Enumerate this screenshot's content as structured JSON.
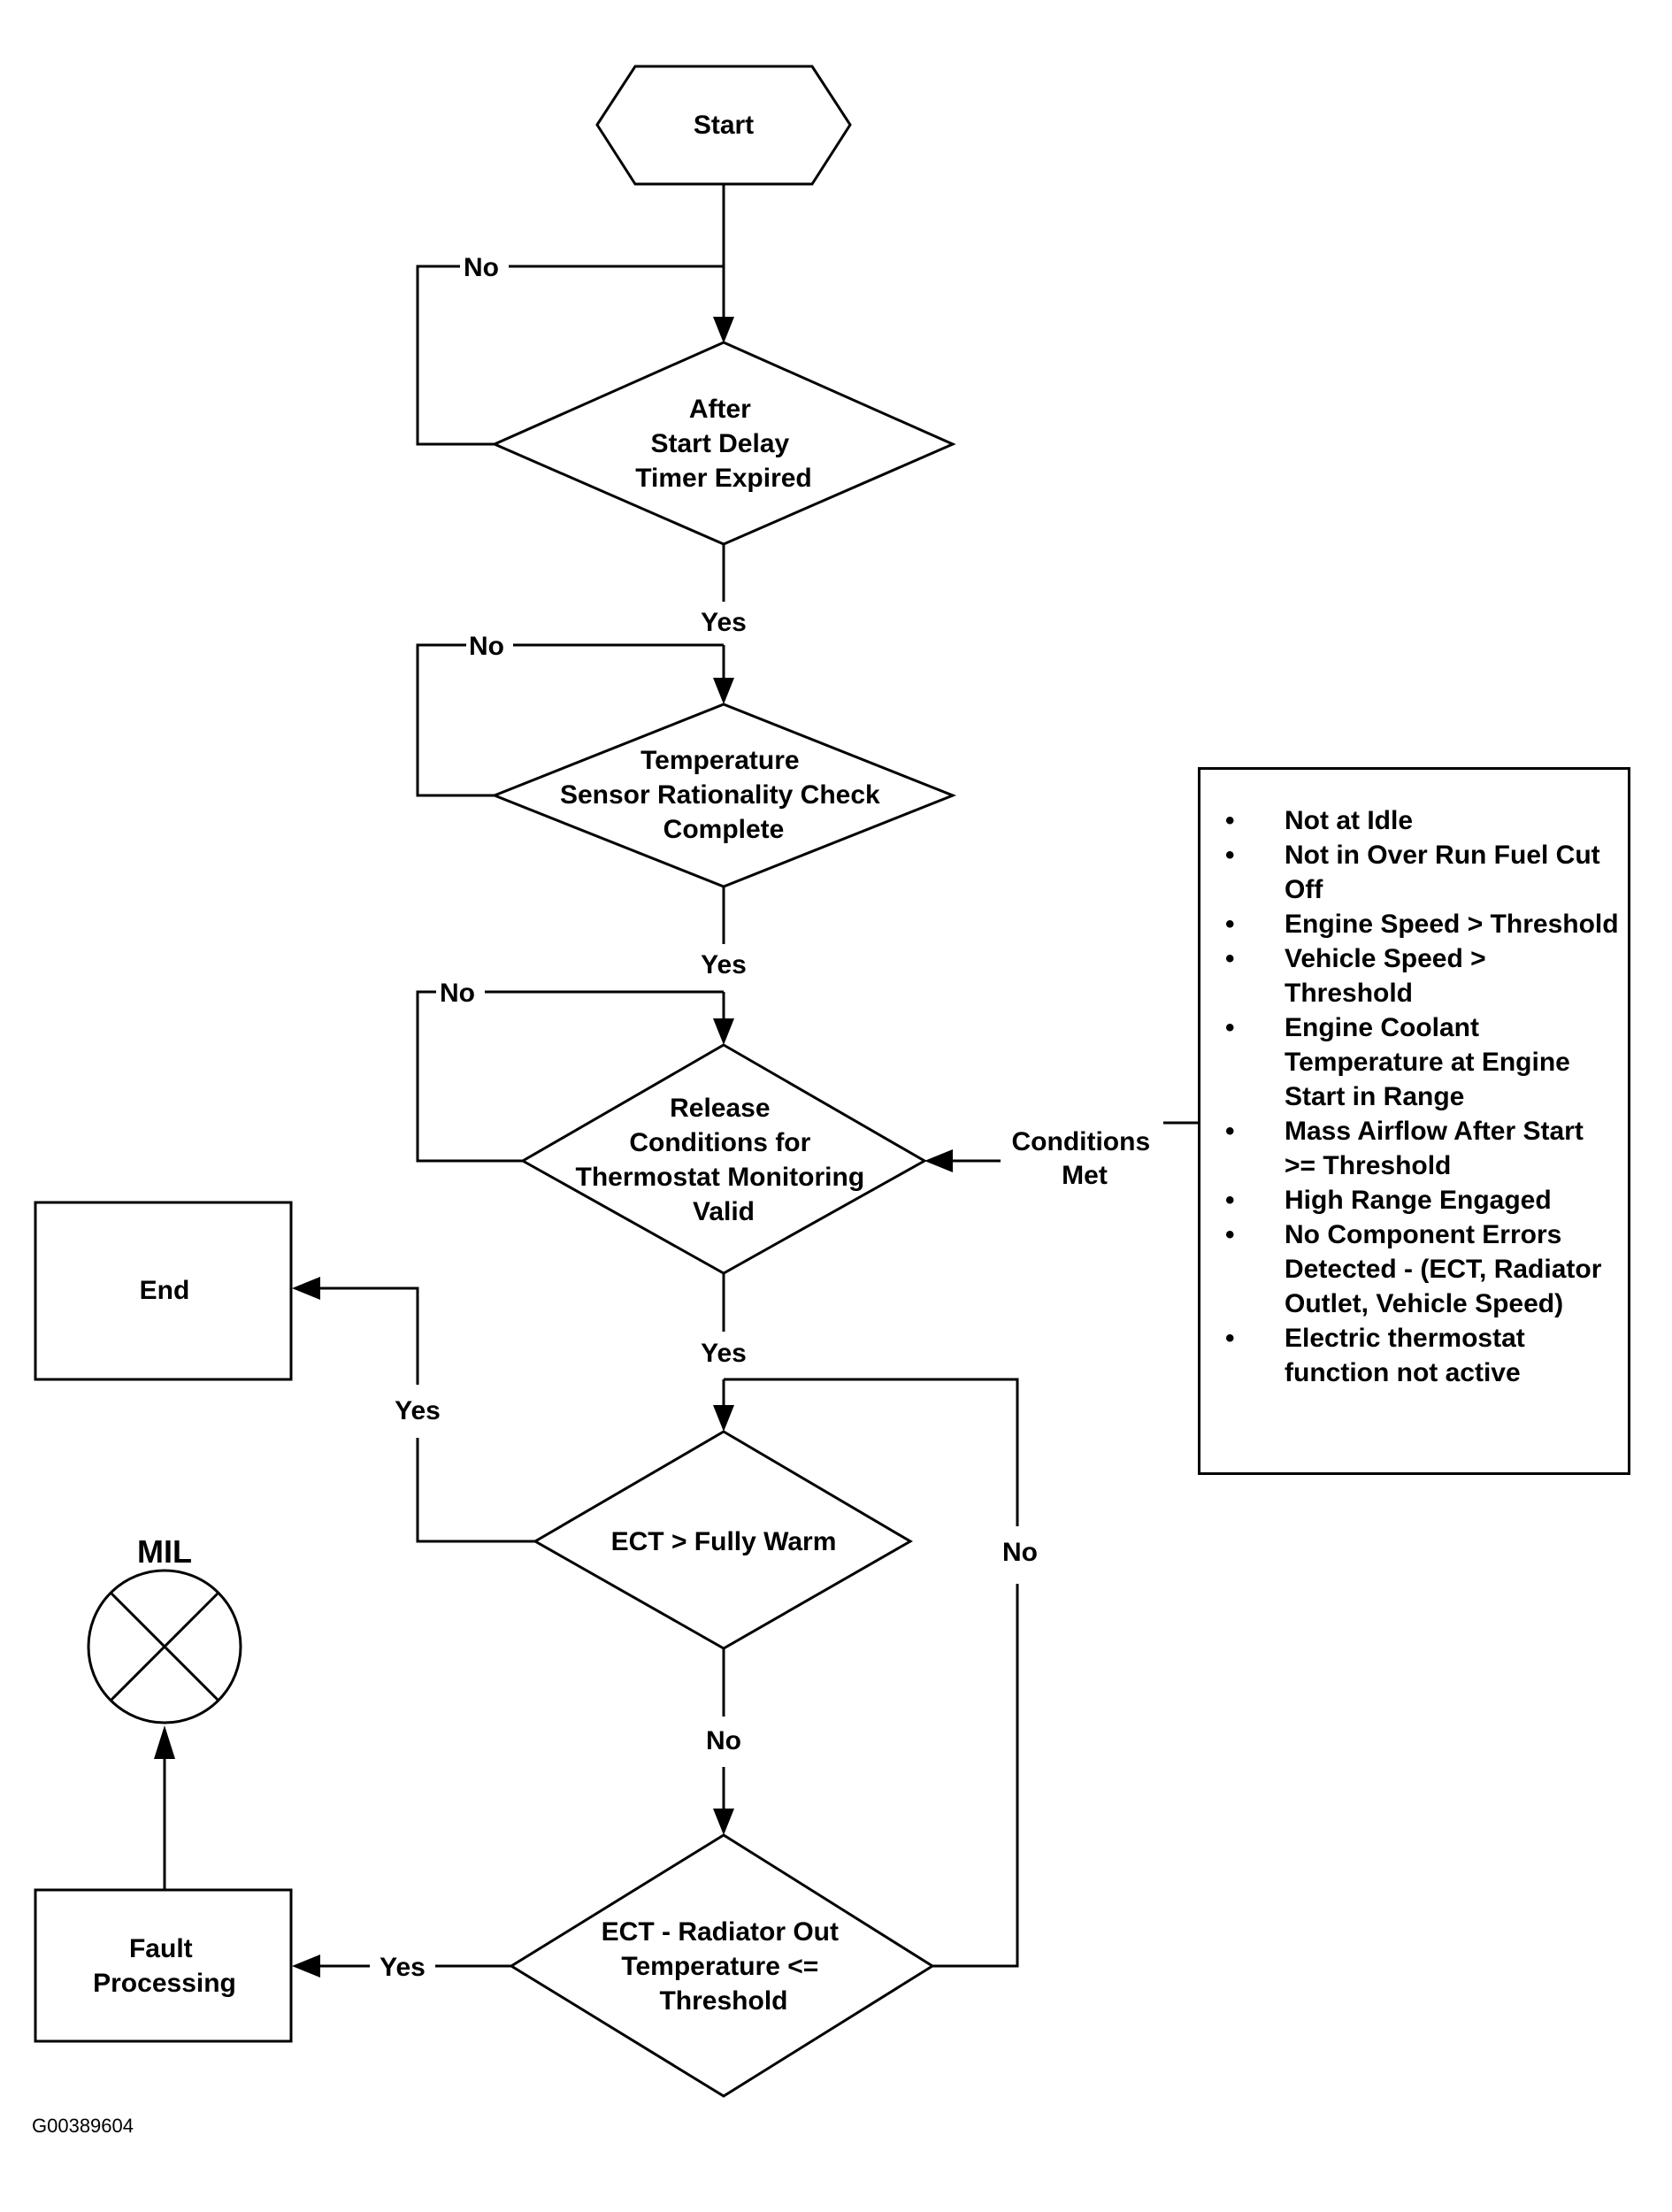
{
  "diagram": {
    "nodes": {
      "start": {
        "type": "terminator",
        "lines": [
          "Start"
        ]
      },
      "d1": {
        "type": "decision",
        "lines": [
          "After",
          "Start Delay",
          "Timer Expired"
        ]
      },
      "d2": {
        "type": "decision",
        "lines": [
          "Temperature",
          "Sensor Rationality Check",
          "Complete"
        ]
      },
      "d3": {
        "type": "decision",
        "lines": [
          "Release",
          "Conditions for",
          "Thermostat Monitoring",
          "Valid"
        ]
      },
      "d4": {
        "type": "decision",
        "lines": [
          "ECT > Fully Warm"
        ]
      },
      "d5": {
        "type": "decision",
        "lines": [
          "ECT - Radiator Out",
          "Temperature <=",
          "Threshold"
        ]
      },
      "end": {
        "type": "process",
        "lines": [
          "End"
        ]
      },
      "fault": {
        "type": "process",
        "lines": [
          "Fault",
          "Processing"
        ]
      },
      "mil": {
        "type": "indicator",
        "label": "MIL",
        "icon": "lamp-x-icon"
      }
    },
    "edge_labels": {
      "d1_no": "No",
      "d1_yes": "Yes",
      "d2_no": "No",
      "d2_yes": "Yes",
      "d3_no": "No",
      "d3_yes": "Yes",
      "d4_yes": "Yes",
      "d4_no": "No",
      "d5_no": "No",
      "d5_yes": "Yes",
      "conditions_met": [
        "Conditions",
        "Met"
      ]
    },
    "edges": [
      {
        "from": "start",
        "to": "d1"
      },
      {
        "from": "d1",
        "to": "d1",
        "label": "No"
      },
      {
        "from": "d1",
        "to": "d2",
        "label": "Yes"
      },
      {
        "from": "d2",
        "to": "d2",
        "label": "No"
      },
      {
        "from": "d2",
        "to": "d3",
        "label": "Yes"
      },
      {
        "from": "d3",
        "to": "d3",
        "label": "No"
      },
      {
        "from": "conditions",
        "to": "d3",
        "label": "Conditions Met"
      },
      {
        "from": "d3",
        "to": "d4",
        "label": "Yes"
      },
      {
        "from": "d4",
        "to": "end",
        "label": "Yes"
      },
      {
        "from": "d4",
        "to": "d5",
        "label": "No"
      },
      {
        "from": "d5",
        "to": "d4",
        "label": "No"
      },
      {
        "from": "d5",
        "to": "fault",
        "label": "Yes"
      },
      {
        "from": "fault",
        "to": "mil"
      }
    ]
  },
  "conditions_box": {
    "bullet": "•",
    "items": [
      "Not at Idle",
      "Not in Over Run Fuel Cut Off",
      "Engine Speed > Threshold",
      "Vehicle Speed > Threshold",
      "Engine Coolant Temperature at Engine Start in Range",
      "Mass Airflow After Start >= Threshold",
      "High Range Engaged",
      "No Component Errors Detected - (ECT, Radiator Outlet, Vehicle Speed)",
      "Electric thermostat function not active"
    ]
  },
  "figure_id": "G00389604"
}
